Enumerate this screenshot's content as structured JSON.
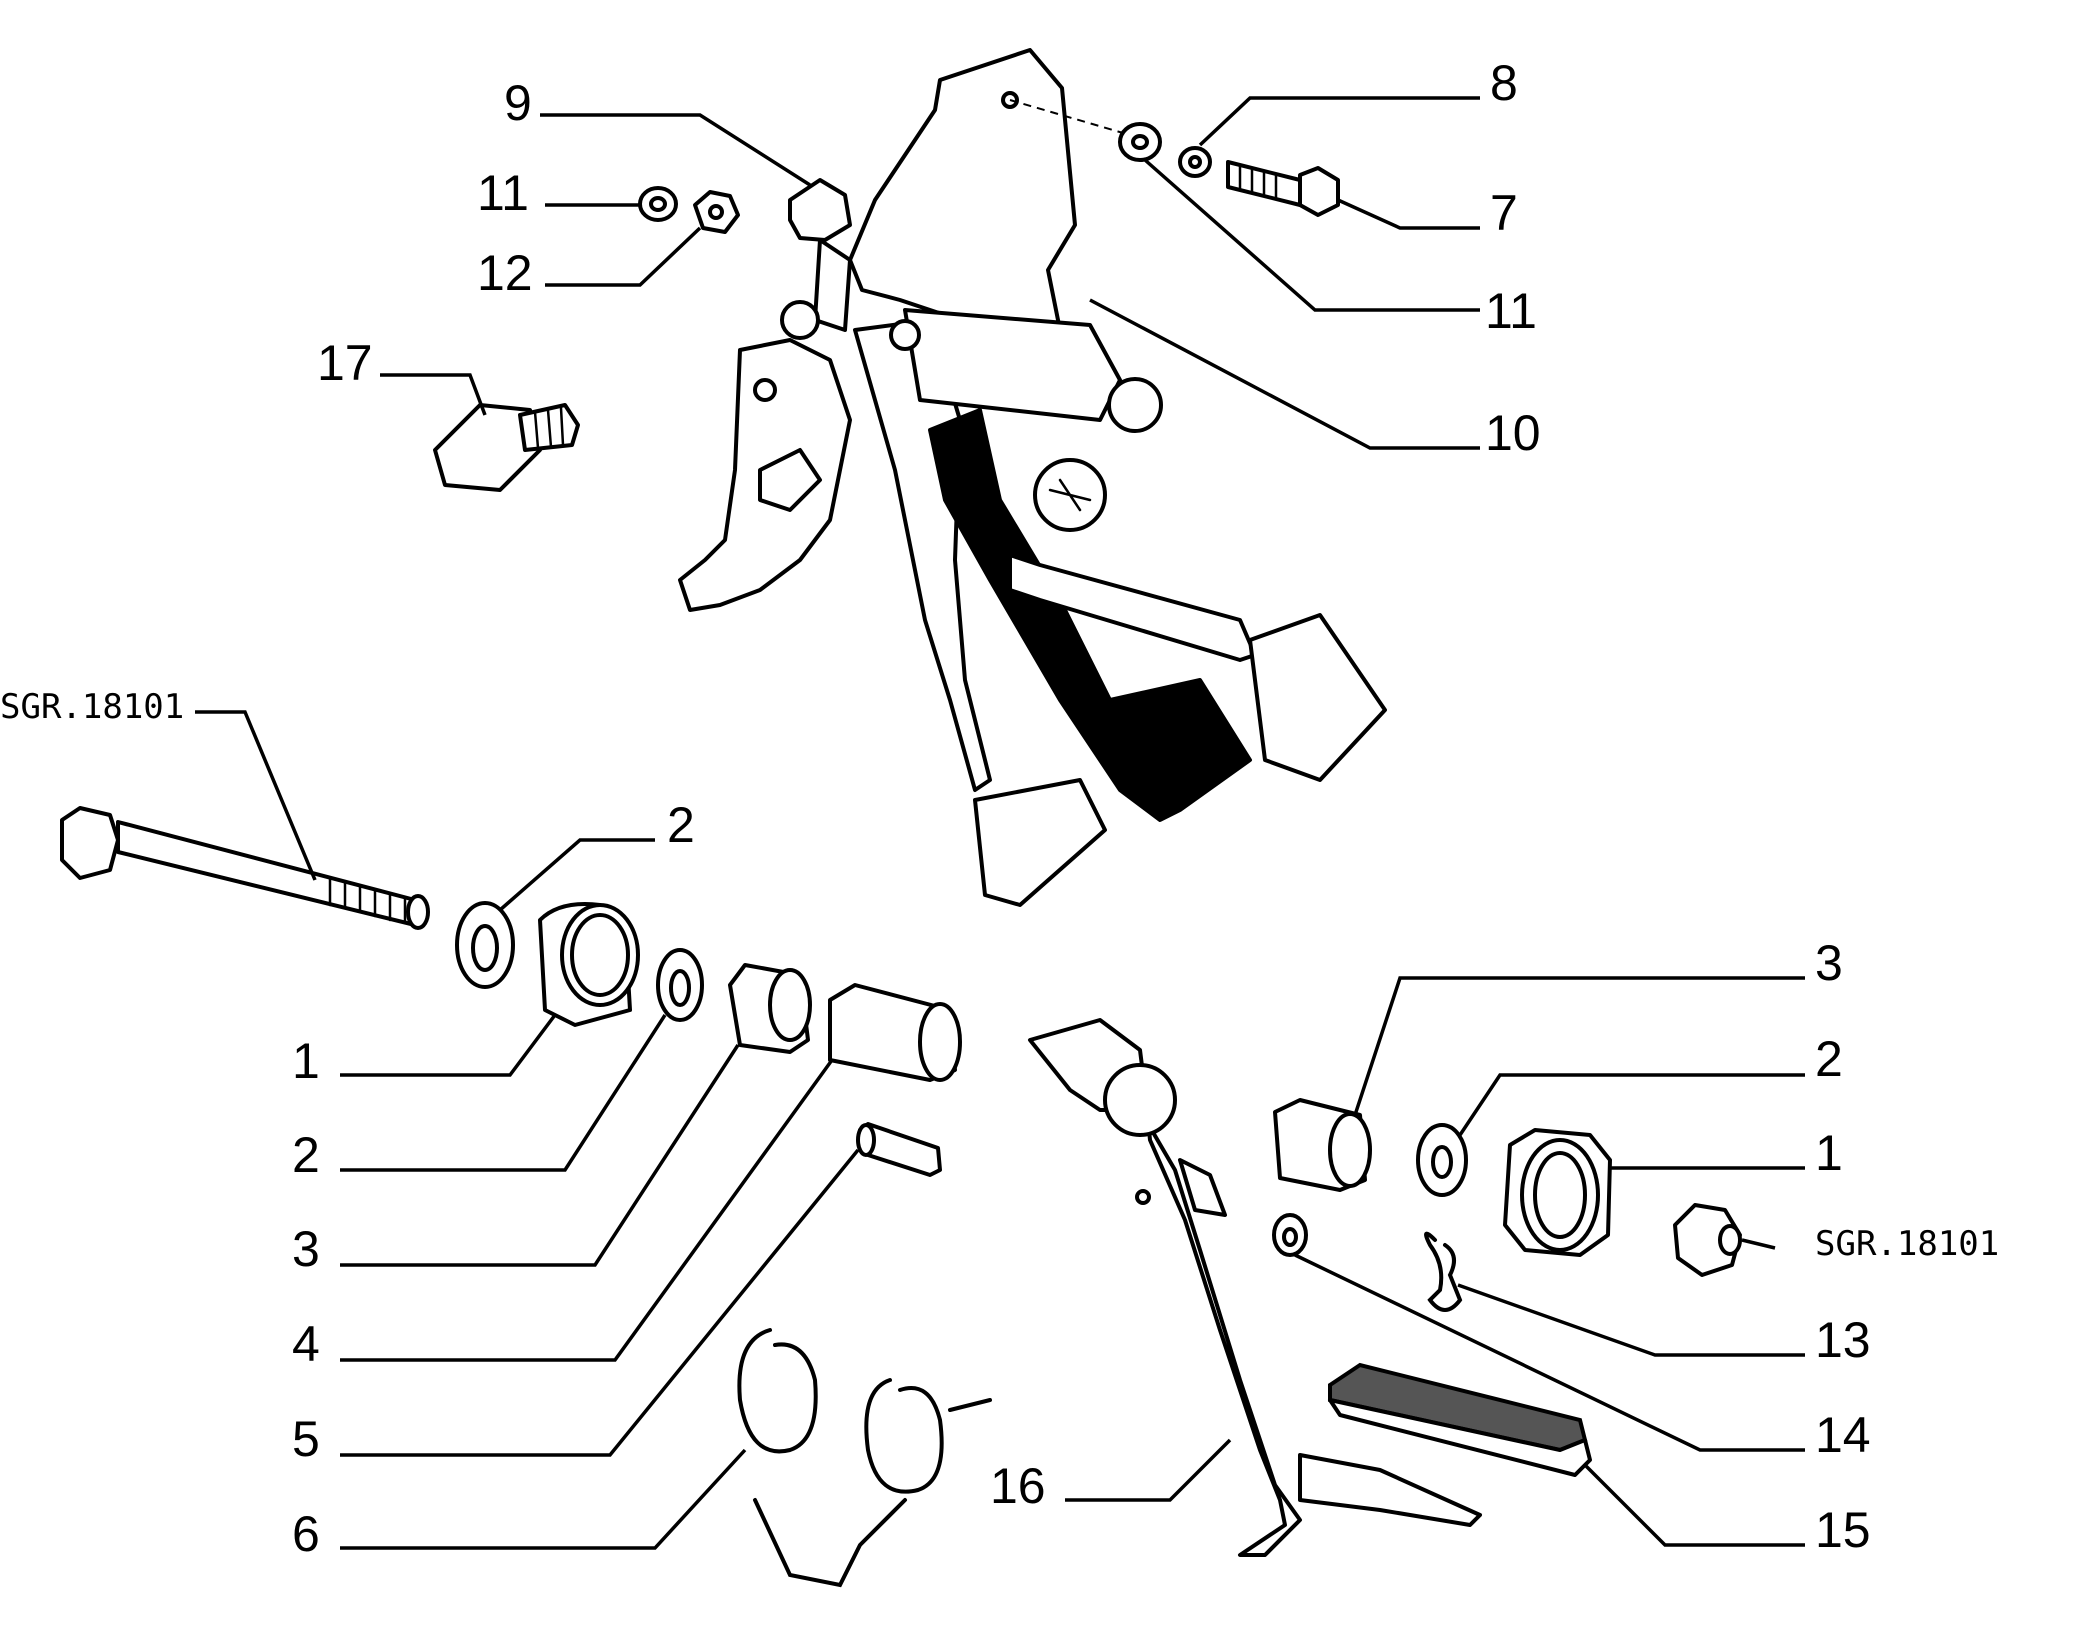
{
  "callouts": {
    "c1a": "1",
    "c1b": "1",
    "c2a": "2",
    "c2b": "2",
    "c2c": "2",
    "c3a": "3",
    "c3b": "3",
    "c4": "4",
    "c5": "5",
    "c6": "6",
    "c7": "7",
    "c8": "8",
    "c9": "9",
    "c10": "10",
    "c11a": "11",
    "c11b": "11",
    "c12": "12",
    "c13": "13",
    "c14": "14",
    "c15": "15",
    "c16": "16",
    "c17": "17",
    "sgr_a": "SGR.18101",
    "sgr_b": "SGR.18101"
  }
}
